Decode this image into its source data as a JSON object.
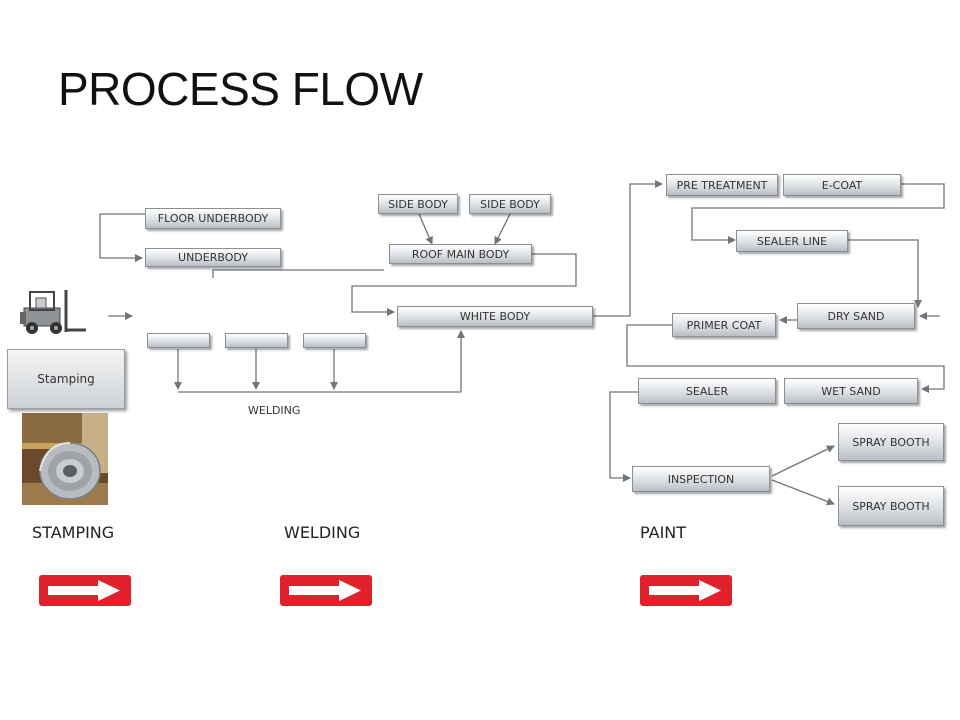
{
  "title": "PROCESS FLOW",
  "stamping_box": "Stamping",
  "boxes": {
    "floor_underbody": "FLOOR UNDERBODY",
    "underbody": "UNDERBODY",
    "side_body_1": "SIDE BODY",
    "side_body_2": "SIDE BODY",
    "roof_main_body": "ROOF MAIN BODY",
    "white_body": "WHITE BODY",
    "pre_treatment": "PRE TREATMENT",
    "e_coat": "E-COAT",
    "sealer_line": "SEALER LINE",
    "dry_sand": "DRY SAND",
    "primer_coat": "PRIMER COAT",
    "sealer": "SEALER",
    "wet_sand": "WET SAND",
    "inspection": "INSPECTION",
    "spray_booth_1": "SPRAY BOOTH",
    "spray_booth_2": "SPRAY BOOTH"
  },
  "welding_label": "WELDING",
  "stages": [
    "STAMPING",
    "WELDING",
    "PAINT"
  ],
  "colors": {
    "arrow_red": "#e0202a",
    "line_gray": "#6f757b",
    "box_border": "#8a9096"
  },
  "icons": [
    "forklift-icon",
    "steel-coil-photo",
    "red-arrow-icon"
  ]
}
